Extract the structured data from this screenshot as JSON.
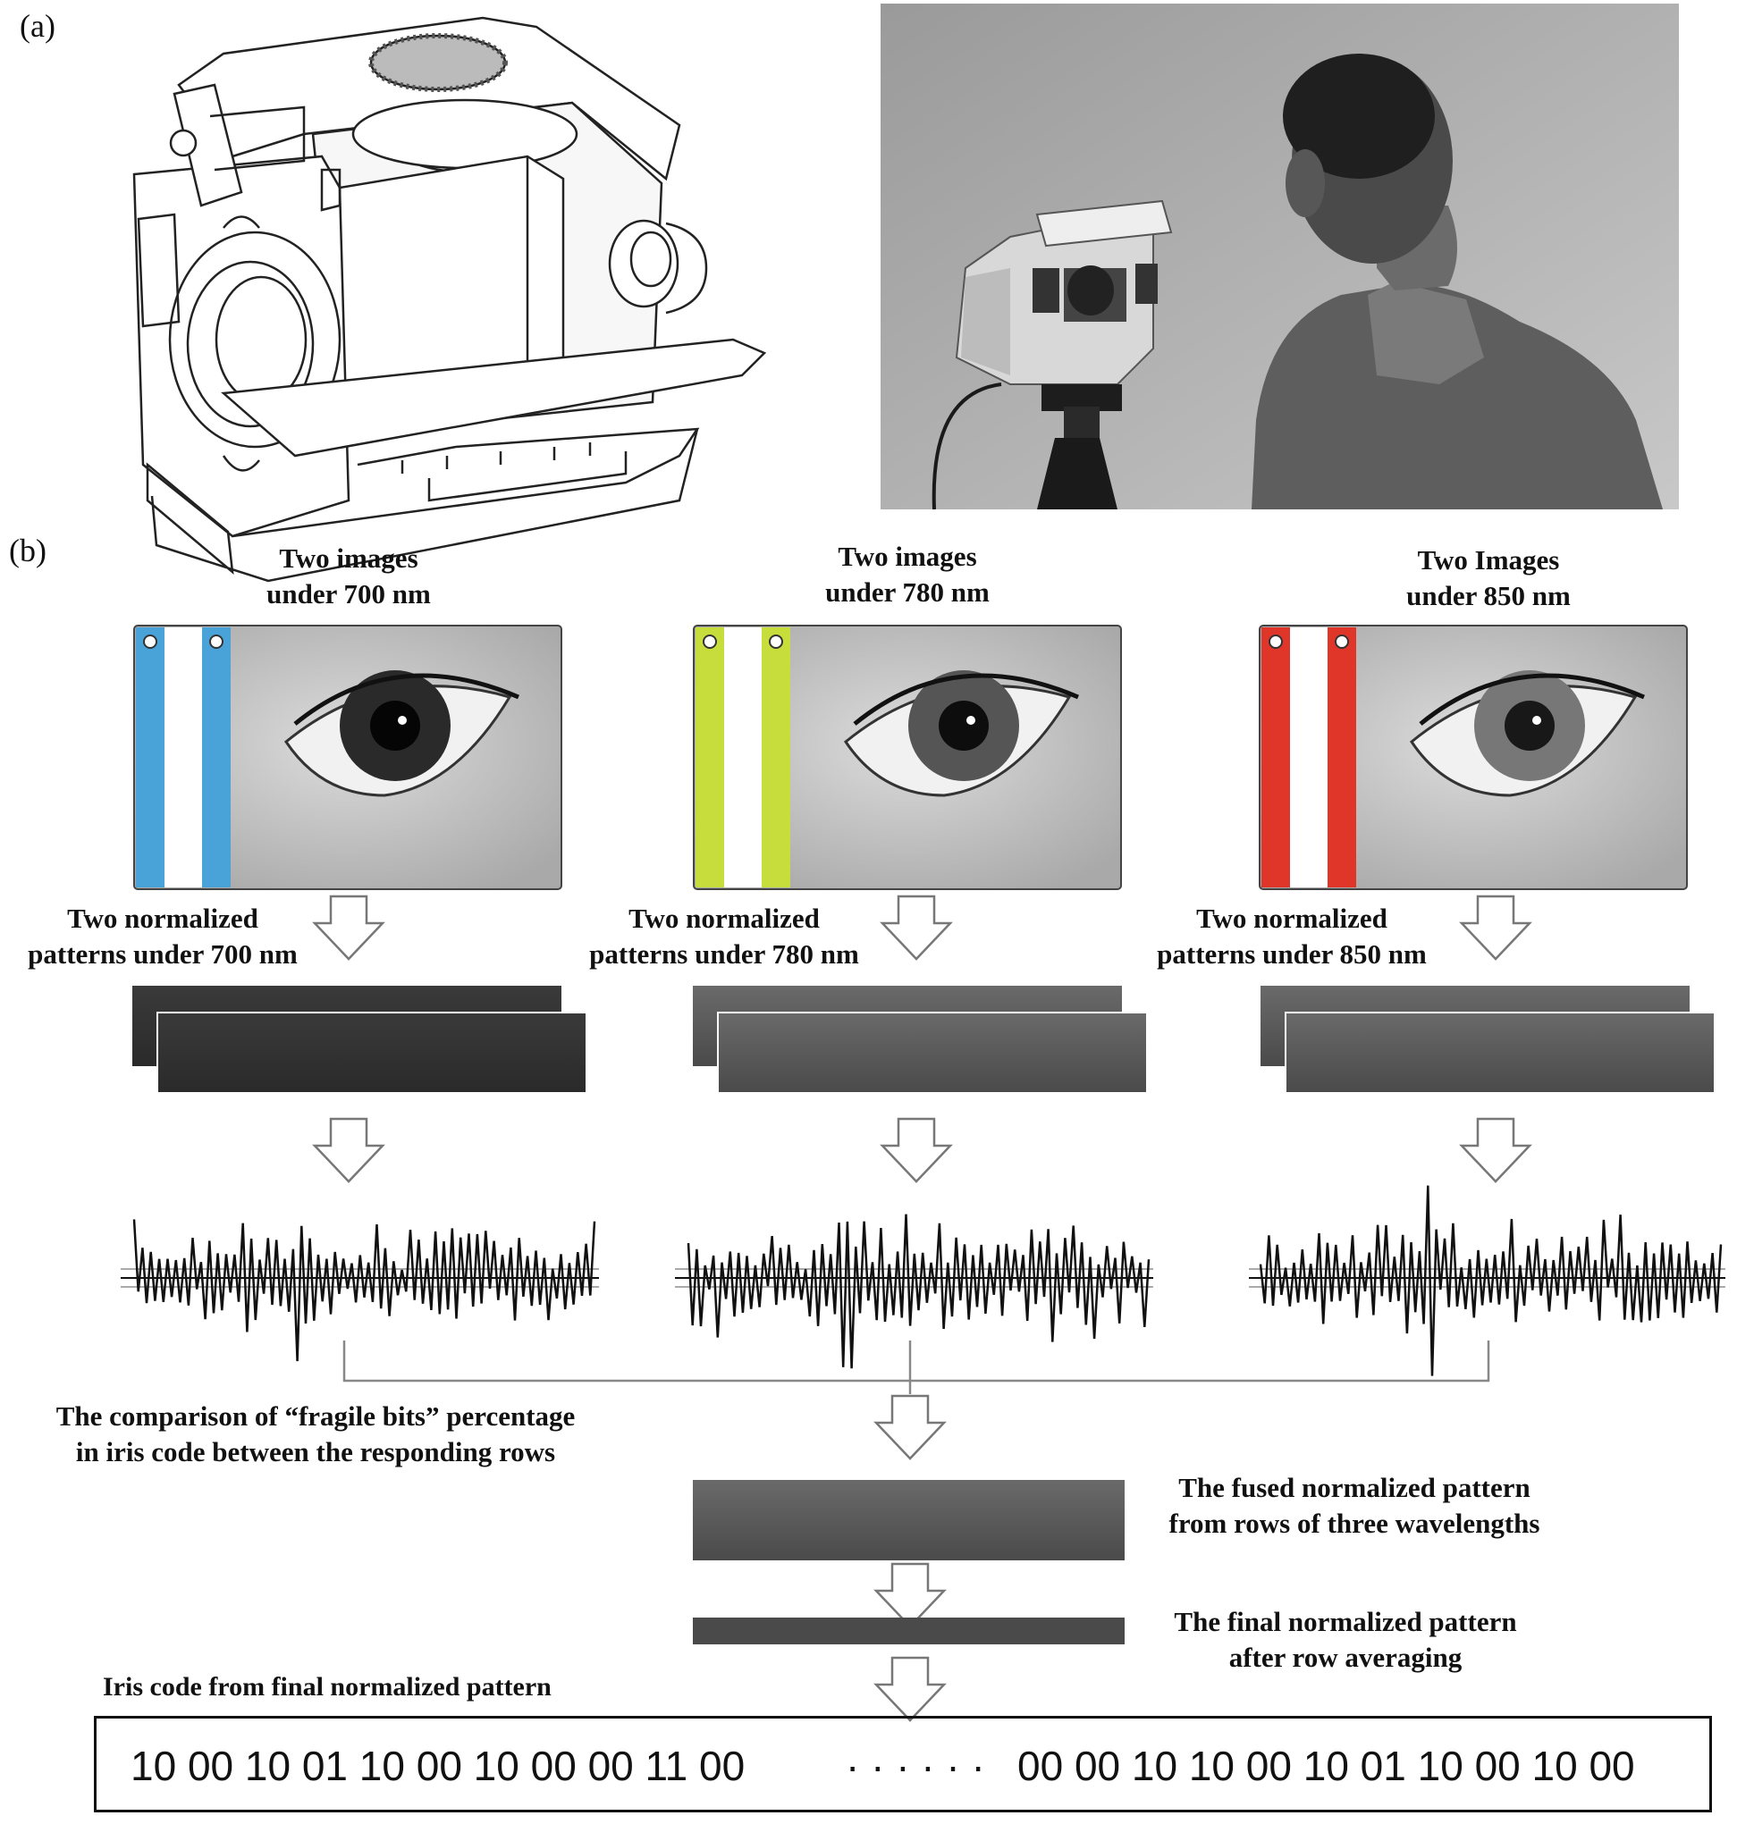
{
  "panel_a": {
    "label": "(a)"
  },
  "panel_b": {
    "label": "(b)",
    "columns": [
      {
        "image_title_1": "Two images",
        "image_title_2": "under 700 nm",
        "norm_title_1": "Two normalized",
        "norm_title_2": "patterns under 700 nm",
        "color": "#4aa3d8"
      },
      {
        "image_title_1": "Two images",
        "image_title_2": "under 780 nm",
        "norm_title_1": "Two normalized",
        "norm_title_2": "patterns under 780 nm",
        "color": "#c7dd3c"
      },
      {
        "image_title_1": "Two Images",
        "image_title_2": "under 850 nm",
        "norm_title_1": "Two normalized",
        "norm_title_2": "patterns under 850 nm",
        "color": "#e0362a"
      }
    ],
    "comparison_1": "The comparison of “fragile bits” percentage",
    "comparison_2": "in iris code between the responding rows",
    "fused_1": "The  fused normalized pattern",
    "fused_2": "from rows of three wavelengths",
    "final_1": "The  final normalized pattern",
    "final_2": "after row averaging",
    "iris_code_label": "Iris code from final normalized pattern",
    "iris_code_left": "10 00 10 01 10 00 10 00 00 11 00",
    "iris_code_dots": "· · · · · ·",
    "iris_code_right": "00 00 10 10 00 10 01 10 00 10 00"
  }
}
